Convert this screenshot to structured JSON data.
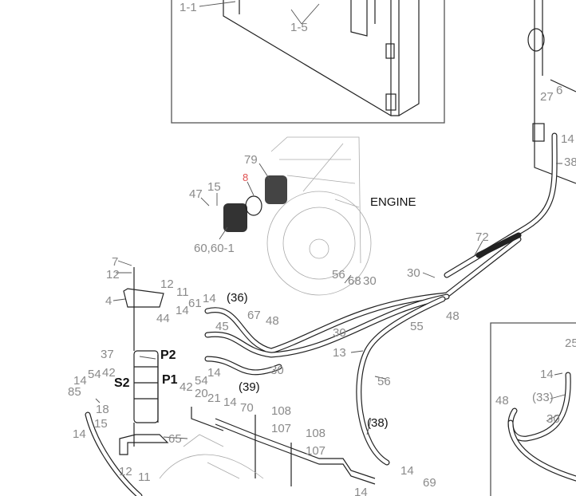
{
  "diagram": {
    "title_label": "ENGINE",
    "highlight_color": "#e05050",
    "labels": {
      "l_1_1": "1-1",
      "l_1_5": "1-5",
      "r_6": "6",
      "r_27": "27",
      "r_14": "14",
      "r_38": "38",
      "e_79": "79",
      "e_8": "8",
      "e_15": "15",
      "e_47": "47",
      "e_60": "60,60-1",
      "h_72": "72",
      "f_7": "7",
      "f_12a": "12",
      "f_4": "4",
      "f_12b": "12",
      "f_11a": "11",
      "f_61": "61",
      "f_14a": "14",
      "f_36": "(36)",
      "f_14b": "14",
      "f_44": "44",
      "f_67": "67",
      "f_48": "48",
      "f_45": "45",
      "f_37": "37",
      "f_P2": "P2",
      "f_S2": "S2",
      "f_P1": "P1",
      "f_14c": "14",
      "f_54a": "54",
      "f_42a": "42",
      "f_85": "85",
      "f_42b": "42",
      "f_54b": "54",
      "f_14d": "14",
      "f_39": "(39)",
      "f_30a": "30",
      "f_20": "20",
      "f_21": "21",
      "f_14e": "14",
      "f_70": "70",
      "f_108a": "108",
      "f_107a": "107",
      "f_18": "18",
      "f_15": "15",
      "f_14f": "14",
      "f_65": "65",
      "f_12c": "12",
      "f_11b": "11",
      "m_56a": "56",
      "m_68": "68",
      "m_30a": "30",
      "m_30b": "30",
      "m_48": "48",
      "m_55": "55",
      "m_30c": "30",
      "m_13": "13",
      "m_56b": "56",
      "m_38": "(38)",
      "m_108": "108",
      "m_107": "107",
      "m_14a": "14",
      "m_14b": "14",
      "m_69": "69",
      "i_25": "25",
      "i_14": "14",
      "i_33": "(33)",
      "i_48": "48",
      "i_30": "30"
    }
  }
}
